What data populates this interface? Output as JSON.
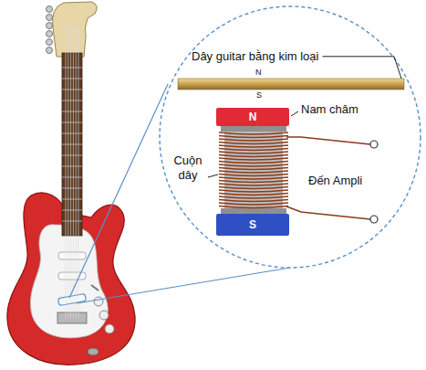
{
  "diagram": {
    "nodes": [
      {
        "text": [
          "N"
        ]
      },
      {
        "text": [
          "S"
        ]
      }
    ],
    "labels": [
      "Dây guitar bằng kim loại",
      "N",
      "S",
      "Nam châm",
      "Cuộn dây",
      "Đến Ampli"
    ]
  }
}
